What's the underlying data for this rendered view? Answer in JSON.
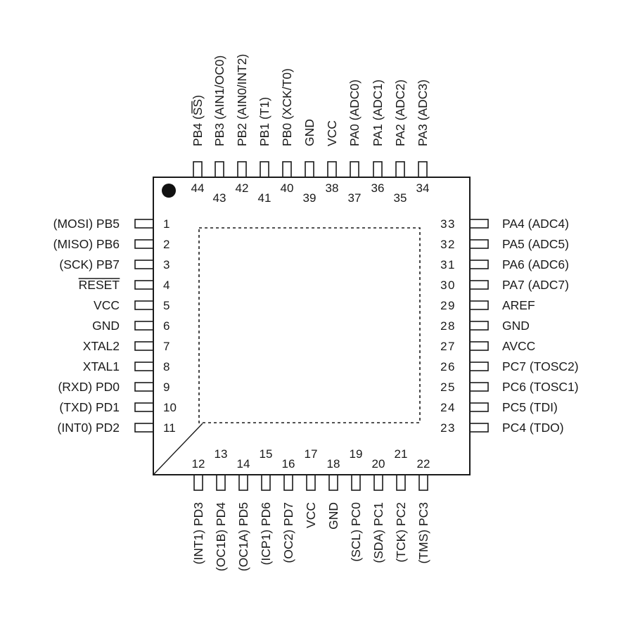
{
  "chip": {
    "pins": [
      {
        "num": "1",
        "side": "left",
        "name": "PB5",
        "alt": "(MOSI)"
      },
      {
        "num": "2",
        "side": "left",
        "name": "PB6",
        "alt": "(MISO)"
      },
      {
        "num": "3",
        "side": "left",
        "name": "PB7",
        "alt": "(SCK)"
      },
      {
        "num": "4",
        "side": "left",
        "name": "RESET",
        "alt": "",
        "overline": true
      },
      {
        "num": "5",
        "side": "left",
        "name": "VCC",
        "alt": ""
      },
      {
        "num": "6",
        "side": "left",
        "name": "GND",
        "alt": ""
      },
      {
        "num": "7",
        "side": "left",
        "name": "XTAL2",
        "alt": ""
      },
      {
        "num": "8",
        "side": "left",
        "name": "XTAL1",
        "alt": ""
      },
      {
        "num": "9",
        "side": "left",
        "name": "PD0",
        "alt": "(RXD)"
      },
      {
        "num": "10",
        "side": "left",
        "name": "PD1",
        "alt": "(TXD)"
      },
      {
        "num": "11",
        "side": "left",
        "name": "PD2",
        "alt": "(INT0)"
      },
      {
        "num": "12",
        "side": "bottom",
        "name": "PD3",
        "alt": "(INT1)"
      },
      {
        "num": "13",
        "side": "bottom",
        "name": "PD4",
        "alt": "(OC1B)"
      },
      {
        "num": "14",
        "side": "bottom",
        "name": "PD5",
        "alt": "(OC1A)"
      },
      {
        "num": "15",
        "side": "bottom",
        "name": "PD6",
        "alt": "(ICP1)"
      },
      {
        "num": "16",
        "side": "bottom",
        "name": "PD7",
        "alt": "(OC2)"
      },
      {
        "num": "17",
        "side": "bottom",
        "name": "VCC",
        "alt": ""
      },
      {
        "num": "18",
        "side": "bottom",
        "name": "GND",
        "alt": ""
      },
      {
        "num": "19",
        "side": "bottom",
        "name": "PC0",
        "alt": "(SCL)"
      },
      {
        "num": "20",
        "side": "bottom",
        "name": "PC1",
        "alt": "(SDA)"
      },
      {
        "num": "21",
        "side": "bottom",
        "name": "PC2",
        "alt": "(TCK)"
      },
      {
        "num": "22",
        "side": "bottom",
        "name": "PC3",
        "alt": "(TMS)"
      },
      {
        "num": "23",
        "side": "right",
        "name": "PC4",
        "alt": "(TDO)"
      },
      {
        "num": "24",
        "side": "right",
        "name": "PC5",
        "alt": "(TDI)"
      },
      {
        "num": "25",
        "side": "right",
        "name": "PC6",
        "alt": "(TOSC1)"
      },
      {
        "num": "26",
        "side": "right",
        "name": "PC7",
        "alt": "(TOSC2)"
      },
      {
        "num": "27",
        "side": "right",
        "name": "AVCC",
        "alt": ""
      },
      {
        "num": "28",
        "side": "right",
        "name": "GND",
        "alt": ""
      },
      {
        "num": "29",
        "side": "right",
        "name": "AREF",
        "alt": ""
      },
      {
        "num": "30",
        "side": "right",
        "name": "PA7",
        "alt": "(ADC7)"
      },
      {
        "num": "31",
        "side": "right",
        "name": "PA6",
        "alt": "(ADC6)"
      },
      {
        "num": "32",
        "side": "right",
        "name": "PA5",
        "alt": "(ADC5)"
      },
      {
        "num": "33",
        "side": "right",
        "name": "PA4",
        "alt": "(ADC4)"
      },
      {
        "num": "34",
        "side": "top",
        "name": "PA3",
        "alt": "(ADC3)"
      },
      {
        "num": "35",
        "side": "top",
        "name": "PA2",
        "alt": "(ADC2)"
      },
      {
        "num": "36",
        "side": "top",
        "name": "PA1",
        "alt": "(ADC1)"
      },
      {
        "num": "37",
        "side": "top",
        "name": "PA0",
        "alt": "(ADC0)"
      },
      {
        "num": "38",
        "side": "top",
        "name": "VCC",
        "alt": ""
      },
      {
        "num": "39",
        "side": "top",
        "name": "GND",
        "alt": ""
      },
      {
        "num": "40",
        "side": "top",
        "name": "PB0",
        "alt": "(XCK/T0)"
      },
      {
        "num": "41",
        "side": "top",
        "name": "PB1",
        "alt": "(T1)"
      },
      {
        "num": "42",
        "side": "top",
        "name": "PB2",
        "alt": "(AIN0/INT2)"
      },
      {
        "num": "43",
        "side": "top",
        "name": "PB3",
        "alt": "(AIN1/OC0)"
      },
      {
        "num": "44",
        "side": "top",
        "name": "PB4",
        "alt": "(SS)",
        "overline_alt": "SS"
      }
    ]
  }
}
